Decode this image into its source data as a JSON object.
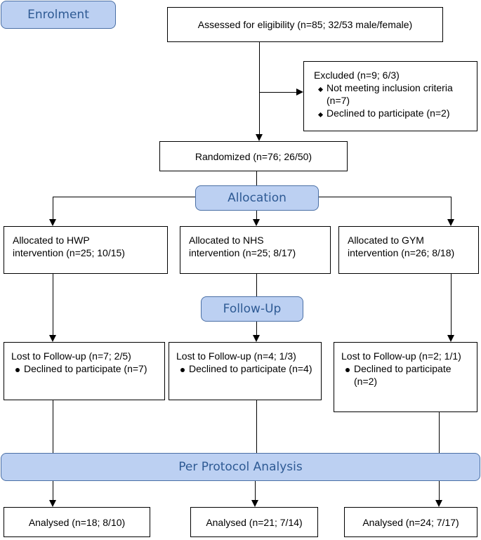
{
  "stages": {
    "enrolment": "Enrolment",
    "allocation": "Allocation",
    "followup": "Follow-Up",
    "analysis": "Per Protocol Analysis"
  },
  "assessed": "Assessed for eligibility (n=85; 32/53 male/female)",
  "excluded": {
    "title": "Excluded (n=9; 6/3)",
    "items": [
      "Not meeting inclusion criteria (n=7)",
      "Declined to participate (n=2)"
    ]
  },
  "randomized": "Randomized (n=76; 26/50)",
  "allocated": [
    {
      "line1": "Allocated to HWP",
      "line2": "intervention (n=25; 10/15)"
    },
    {
      "line1": "Allocated to NHS",
      "line2": "intervention (n=25; 8/17)"
    },
    {
      "line1": "Allocated to GYM",
      "line2": "intervention (n=26; 8/18)"
    }
  ],
  "lost": [
    {
      "title": "Lost to Follow-up (n=7; 2/5)",
      "item": "Declined to participate (n=7)"
    },
    {
      "title": "Lost to Follow-up (n=4; 1/3)",
      "item": "Declined to participate (n=4)"
    },
    {
      "title": "Lost to Follow-up (n=2; 1/1)",
      "item": "Declined to participate (n=2)"
    }
  ],
  "analysed": [
    "Analysed (n=18; 8/10)",
    "Analysed (n=21; 7/14)",
    "Analysed (n=24; 7/17)"
  ]
}
